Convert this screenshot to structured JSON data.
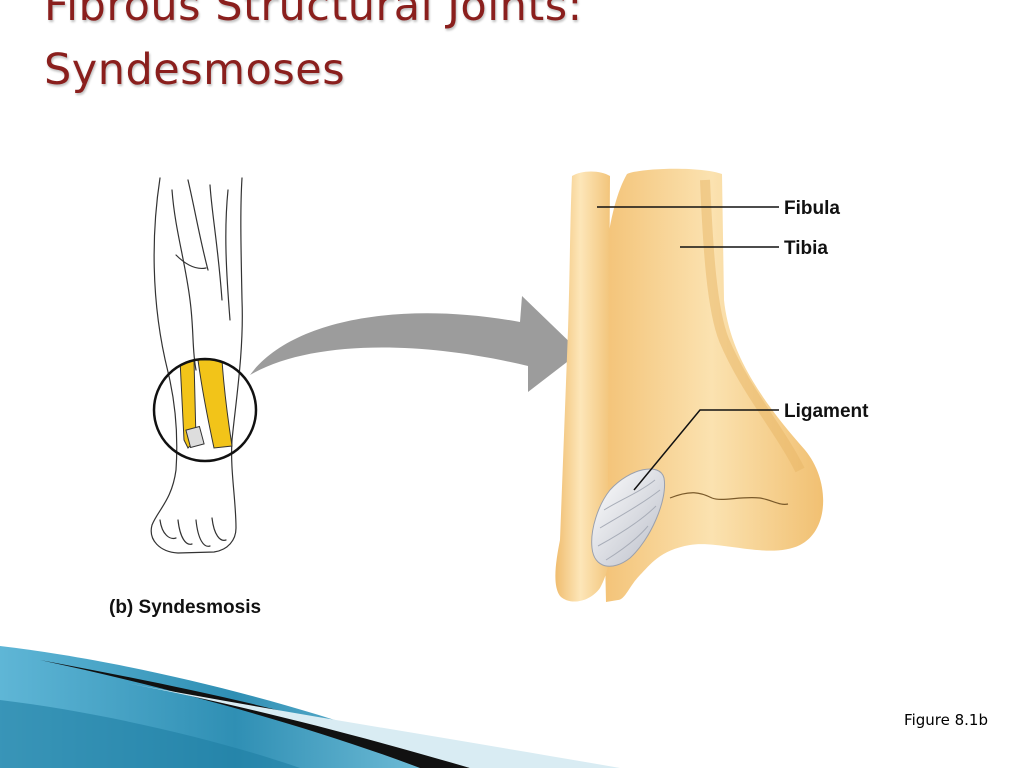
{
  "slide": {
    "title_line1": "Fibrous Structural Joints:",
    "title_line2": "Syndesmoses",
    "caption": "Figure 8.1b"
  },
  "figure": {
    "panel_label": "(b) Syndesmosis",
    "labels": {
      "fibula": "Fibula",
      "tibia": "Tibia",
      "ligament": "Ligament"
    }
  },
  "colors": {
    "title": "#8a1f1d",
    "bone": "#f6cf86",
    "bone_highlight": "#fbe2b0",
    "arrow": "#9c9c9c",
    "accent_blue": "#2f8fb4"
  }
}
